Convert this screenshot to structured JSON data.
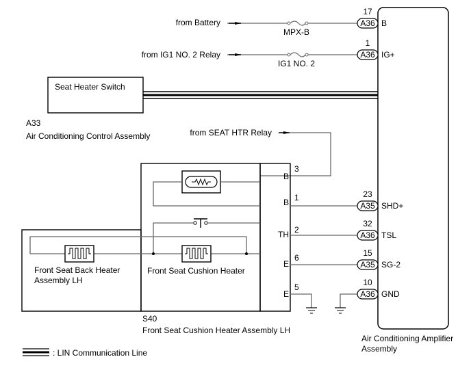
{
  "diagram": {
    "type": "wiring-diagram",
    "inputs": {
      "battery": {
        "label": "from Battery",
        "fuse": "MPX-B",
        "connector": "A36",
        "pin": "17",
        "terminal": "B"
      },
      "ig1": {
        "label": "from IG1 NO. 2 Relay",
        "fuse": "IG1 NO. 2",
        "connector": "A36",
        "pin": "1",
        "terminal": "IG+"
      },
      "seat_htr": {
        "label": "from SEAT HTR Relay"
      }
    },
    "control_assembly": {
      "switch_label": "Seat Heater Switch",
      "code": "A33",
      "name": "Air Conditioning Control Assembly"
    },
    "heater_assembly": {
      "code": "S40",
      "name": "Front Seat Cushion Heater Assembly LH",
      "cushion_heater": "Front Seat Cushion Heater",
      "back_heater_line1": "Front Seat Back Heater",
      "back_heater_line2": "Assembly LH",
      "pins": [
        {
          "terminal": "B",
          "pin": "3"
        },
        {
          "terminal": "B",
          "pin": "1"
        },
        {
          "terminal": "TH",
          "pin": "2"
        },
        {
          "terminal": "E",
          "pin": "6"
        },
        {
          "terminal": "E",
          "pin": "5"
        }
      ]
    },
    "amplifier": {
      "name_line1": "Air Conditioning Amplifier",
      "name_line2": "Assembly",
      "connections": [
        {
          "connector": "A35",
          "pin": "23",
          "terminal": "SHD+"
        },
        {
          "connector": "A36",
          "pin": "32",
          "terminal": "TSL"
        },
        {
          "connector": "A35",
          "pin": "15",
          "terminal": "SG-2"
        },
        {
          "connector": "A36",
          "pin": "10",
          "terminal": "GND"
        }
      ]
    },
    "legend": {
      "label": ": LIN Communication Line"
    }
  }
}
